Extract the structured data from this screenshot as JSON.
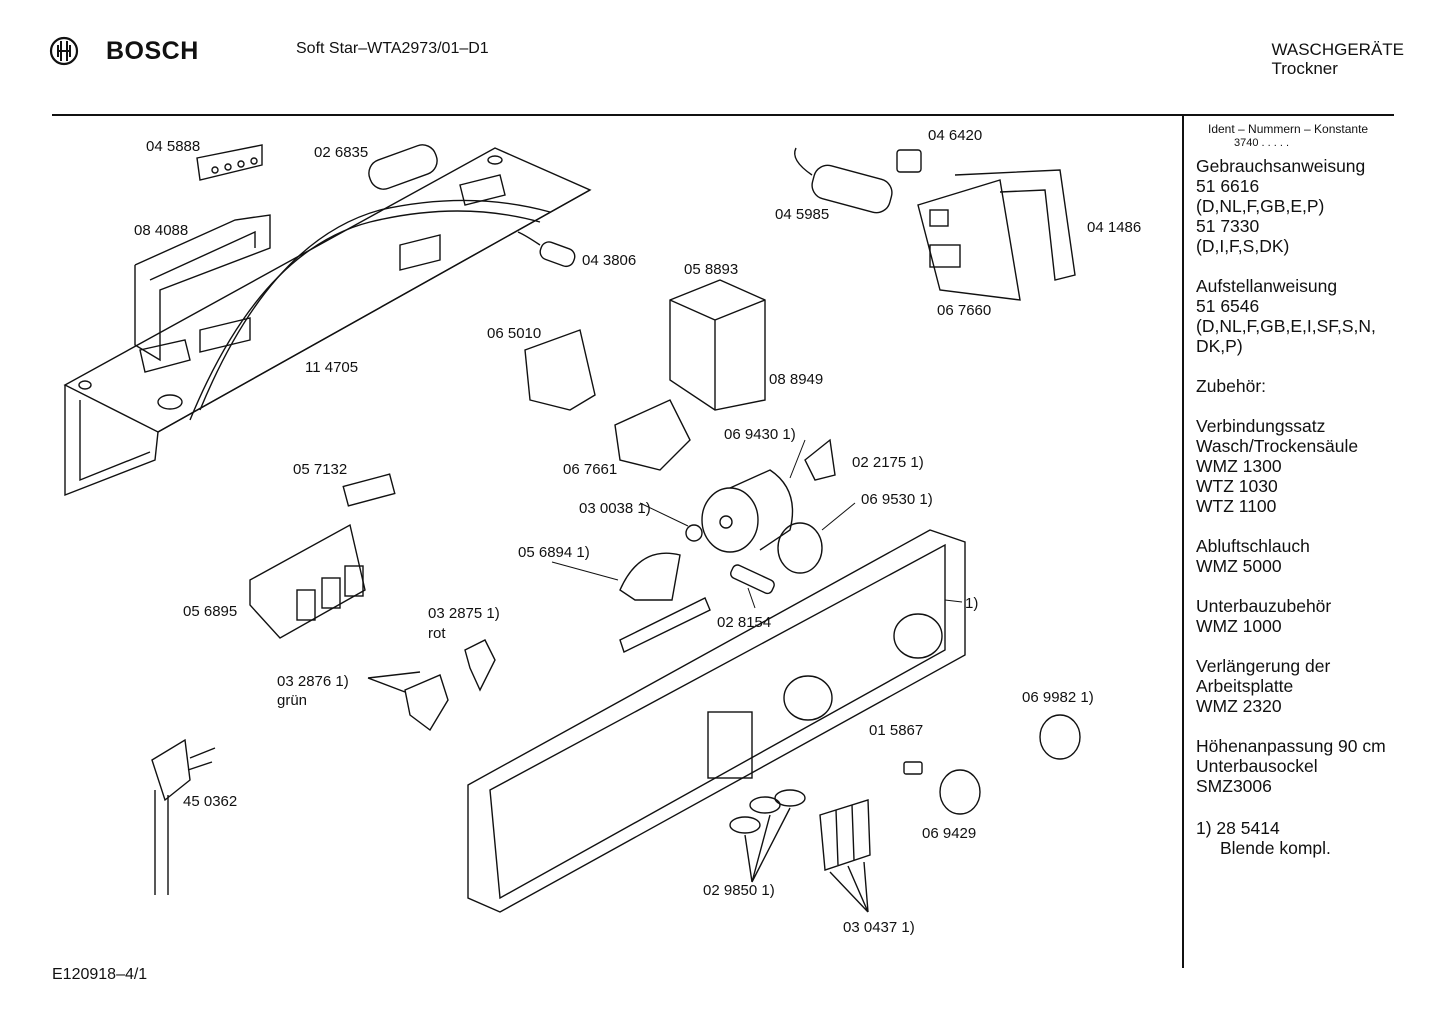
{
  "header": {
    "brand": "BOSCH",
    "model": "Soft Star–WTA2973/01–D1",
    "category_line1": "WASCHGERÄTE",
    "category_line2": "Trockner"
  },
  "sidebar": {
    "ident_heading": "Ident – Nummern – Konstante",
    "ident_value": "3740 . . . . .",
    "blocks": [
      {
        "lines": [
          "Gebrauchsanweisung",
          "51 6616",
          "(D,NL,F,GB,E,P)",
          "51 7330",
          "(D,I,F,S,DK)"
        ]
      },
      {
        "lines": [
          "Aufstellanweisung",
          "51 6546",
          "(D,NL,F,GB,E,I,SF,S,N,",
          "DK,P)"
        ]
      },
      {
        "lines": [
          "Zubehör:"
        ]
      },
      {
        "lines": [
          "Verbindungssatz",
          "Wasch/Trockensäule",
          "WMZ 1300",
          "WTZ 1030",
          "WTZ 1100"
        ]
      },
      {
        "lines": [
          "Abluftschlauch",
          "WMZ 5000"
        ]
      },
      {
        "lines": [
          "Unterbauzubehör",
          "WMZ 1000"
        ]
      },
      {
        "lines": [
          "Verlängerung der",
          "Arbeitsplatte",
          "WMZ 2320"
        ]
      },
      {
        "lines": [
          "Höhenanpassung 90 cm",
          "Unterbausockel",
          "SMZ3006"
        ]
      }
    ],
    "footnote_line1": "1) 28 5414",
    "footnote_line2": "Blende kompl."
  },
  "parts": [
    "04 5888",
    "02 6835",
    "08 4088",
    "11 4705",
    "04 3806",
    "04 6420",
    "04 5985",
    "04 1486",
    "06 7660",
    "05 8893",
    "06 5010",
    "08 8949",
    "06 7661",
    "06 9430 1)",
    "02 2175 1)",
    "06 9530 1)",
    "03 0038 1)",
    "05 7132",
    "05 6894 1)",
    "05 6895",
    "02 8154",
    "1)",
    "03 2875 1)",
    "rot",
    "03 2876 1)",
    "grün",
    "06 9982 1)",
    "01 5867",
    "45 0362",
    "06 9429",
    "02 9850 1)",
    "03 0437 1)"
  ],
  "footer": {
    "code": "E120918–4/1"
  }
}
